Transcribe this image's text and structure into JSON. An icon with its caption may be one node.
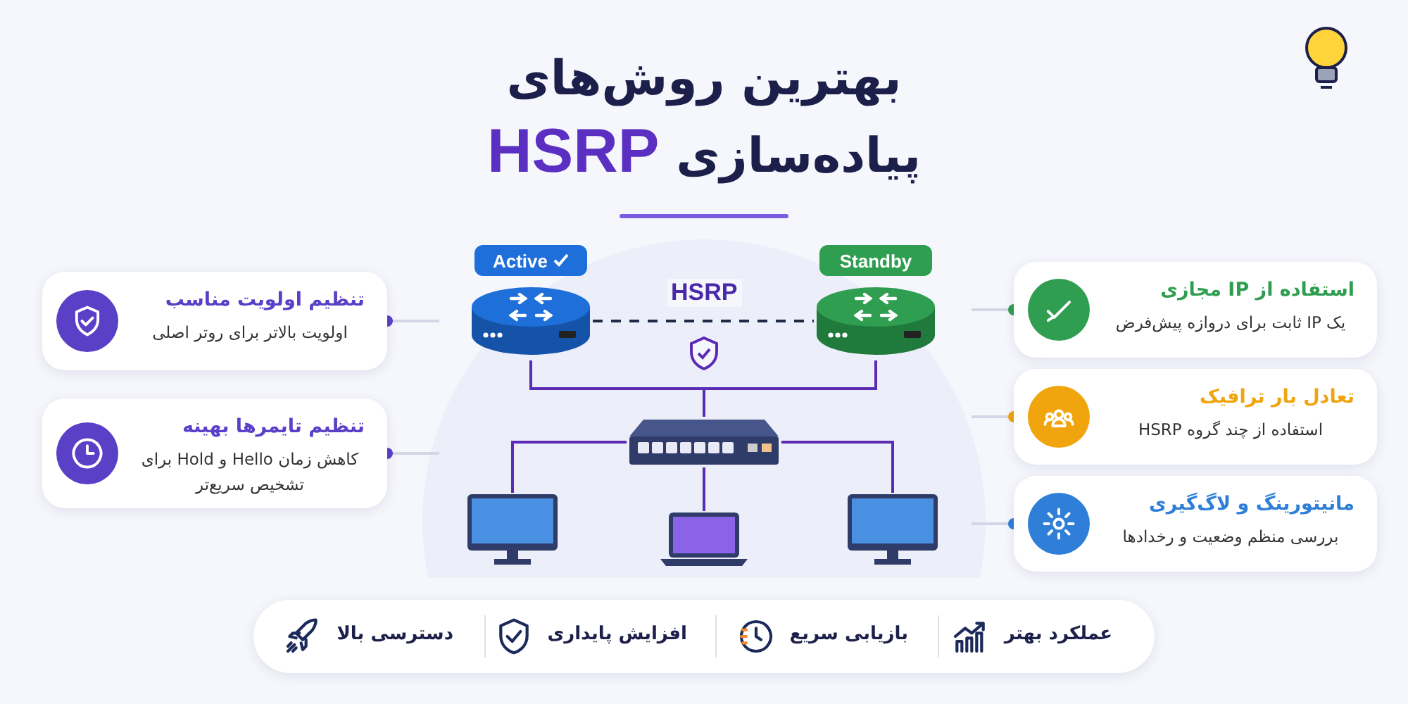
{
  "diagram": {
    "title": "بهترین روش‌های پیاده‌سازی **HSRP**",
    "nodes": [
      {
        "text": [
          "تنظیم اولویت مناسب",
          "اولویت بالاتر برای روتر اصلی"
        ]
      },
      {
        "text": [
          "تنظیم تایمرها بهینه",
          "کاهش زمان Hello و Hold برای تشخیص سریع‌تر"
        ]
      },
      {
        "text": [],
        "shape": "picture",
        "beside": [
          "Active"
        ]
      },
      {
        "text": [],
        "shape": "picture",
        "beside": [
          "Standby"
        ]
      },
      {
        "text": [],
        "shape": "picture"
      },
      {
        "text": [],
        "shape": "picture"
      },
      {
        "text": [],
        "shape": "picture"
      },
      {
        "text": [],
        "shape": "picture"
      },
      {
        "text": [
          "استفاده از IP مجازی",
          "یک IP ثابت برای دروازه پیش‌فرض"
        ]
      },
      {
        "text": [
          "تعادل بار ترافیک",
          "استفاده از چند گروه HSRP"
        ]
      },
      {
        "text": [
          "مانیتورینگ و لاگ‌گیری",
          "بررسی منظم وضعیت و رخدادها"
        ]
      }
    ],
    "edges": [
      {
        "from": 2,
        "to": 3,
        "arrow": "none",
        "label": "HSRP",
        "style": "dashed",
        "color": "#1f2a44"
      },
      {
        "from": 2,
        "to": 4,
        "arrow": "none"
      },
      {
        "from": 3,
        "to": 4,
        "arrow": "none"
      },
      {
        "from": 4,
        "to": 5,
        "arrow": "none"
      },
      {
        "from": 4,
        "to": 6,
        "arrow": "none"
      },
      {
        "from": 4,
        "to": 7,
        "arrow": "none"
      },
      {
        "from": 0,
        "to": null,
        "arrow": "other",
        "color": "#d3d6e6"
      },
      {
        "from": 1,
        "to": null,
        "arrow": "other",
        "color": "#d3d6e6"
      },
      {
        "from": 8,
        "to": null,
        "arrow": "other",
        "color": "#d3d6e6"
      },
      {
        "from": 9,
        "to": null,
        "arrow": "other",
        "color": "#d3d6e6"
      },
      {
        "from": 10,
        "to": null,
        "arrow": "other",
        "color": "#d3d6e6"
      }
    ],
    "labels": [
      "عملکرد بهتر",
      "بازیابی سریع",
      "افزایش پایداری",
      "دسترسی بالا"
    ]
  }
}
